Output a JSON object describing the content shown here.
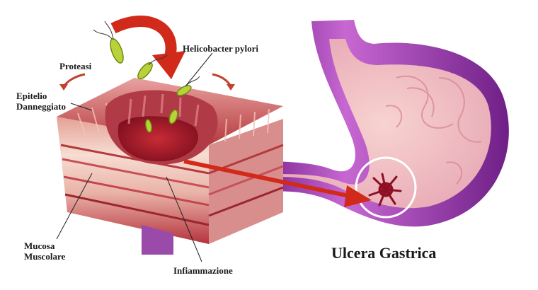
{
  "labels": {
    "proteasi": "Proteasi",
    "helicobacter": "Helicobacter pylori",
    "epitelio_line1": "Epitelio",
    "epitelio_line2": "Danneggiato",
    "mucosa_line1": "Mucosa",
    "mucosa_line2": "Muscolare",
    "infiammazione": "Infiammazione"
  },
  "title": "Ulcera Gastrica",
  "colors": {
    "stomach_outer": "#8e2f9e",
    "stomach_mid": "#c56bcf",
    "stomach_inner": "#f2c4c9",
    "tissue_top": "#c24a4a",
    "tissue_light": "#f6d6cc",
    "arrow_red": "#d22a1a",
    "bacteria": "#b8d33a",
    "ulcer": "#a0162a"
  },
  "icons": [
    "bacteria-icon",
    "ulcer-icon",
    "pointer-arrow-icon"
  ]
}
